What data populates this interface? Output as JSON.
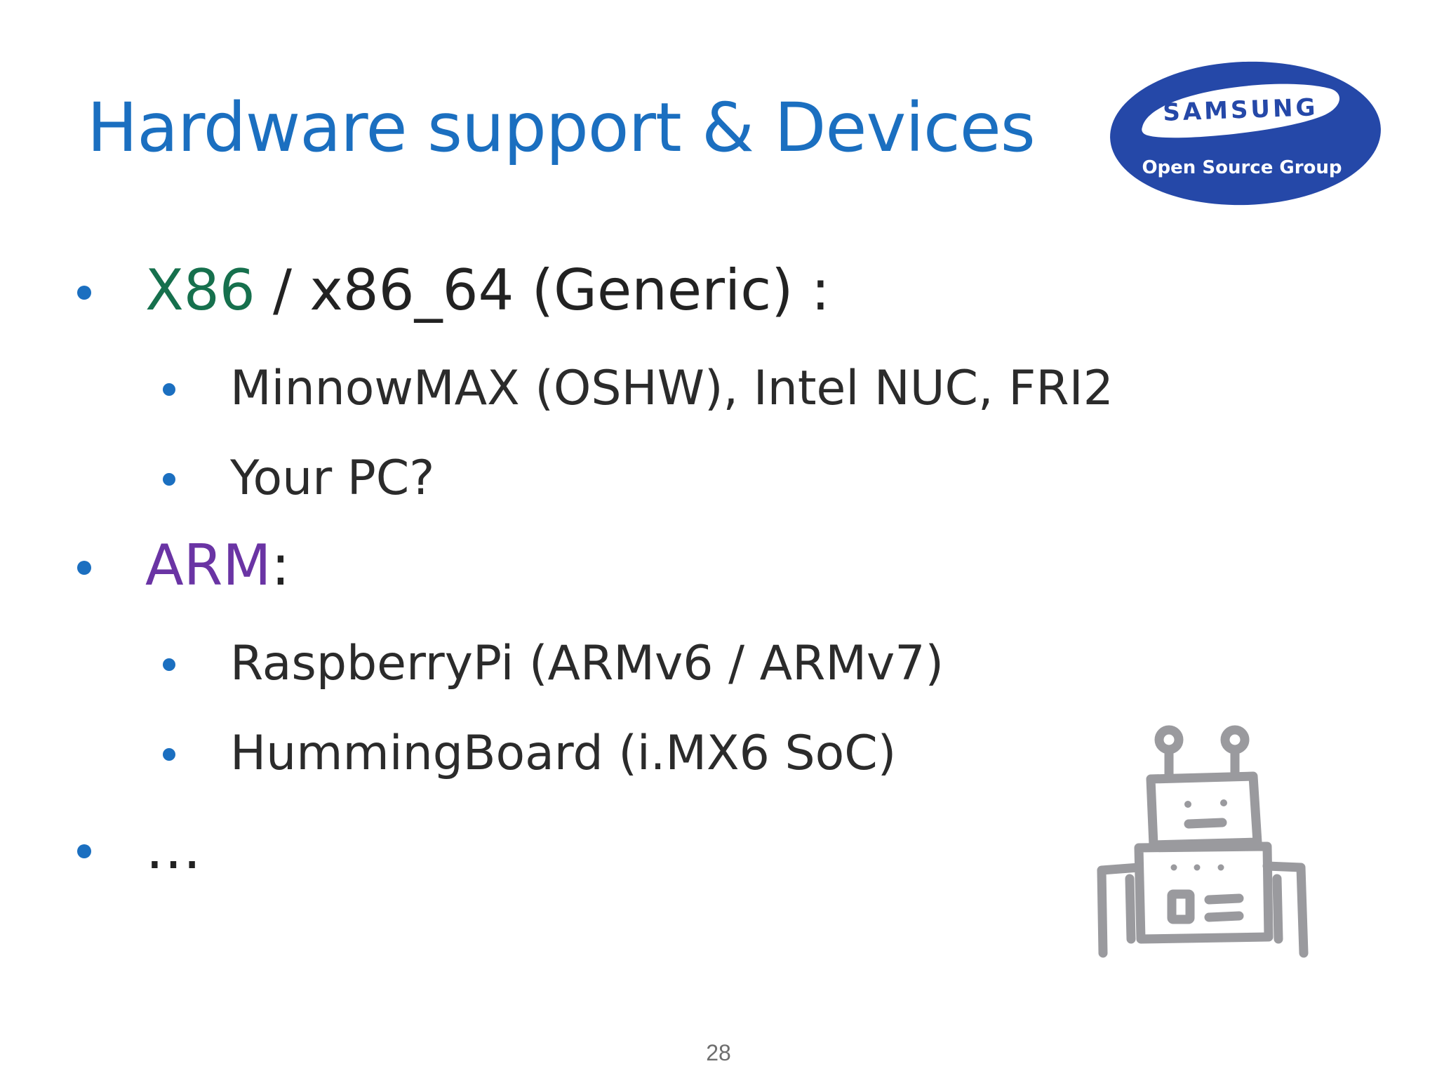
{
  "slide": {
    "title": "Hardware support & Devices",
    "page_number": "28"
  },
  "logo": {
    "brand": "SAMSUNG",
    "subtitle": "Open Source Group",
    "color": "#2548a8"
  },
  "bullets": {
    "x86": {
      "highlight": "X86",
      "rest": " / x86_64 (Generic) :",
      "highlight_color": "#16704d",
      "subitems": [
        "MinnowMAX (OSHW), Intel NUC, FRI2",
        "Your PC?"
      ]
    },
    "arm": {
      "highlight": "ARM",
      "rest": ":",
      "highlight_color": "#6a34a4",
      "subitems": [
        "RaspberryPi (ARMv6 / ARMv7)",
        "HummingBoard (i.MX6 SoC)"
      ]
    },
    "more": {
      "text": "…"
    }
  },
  "colors": {
    "title": "#1b6fc0",
    "bullet": "#1b6fc0",
    "robot": "#9a9a9e"
  },
  "icons": {
    "robot": "robot-icon"
  }
}
